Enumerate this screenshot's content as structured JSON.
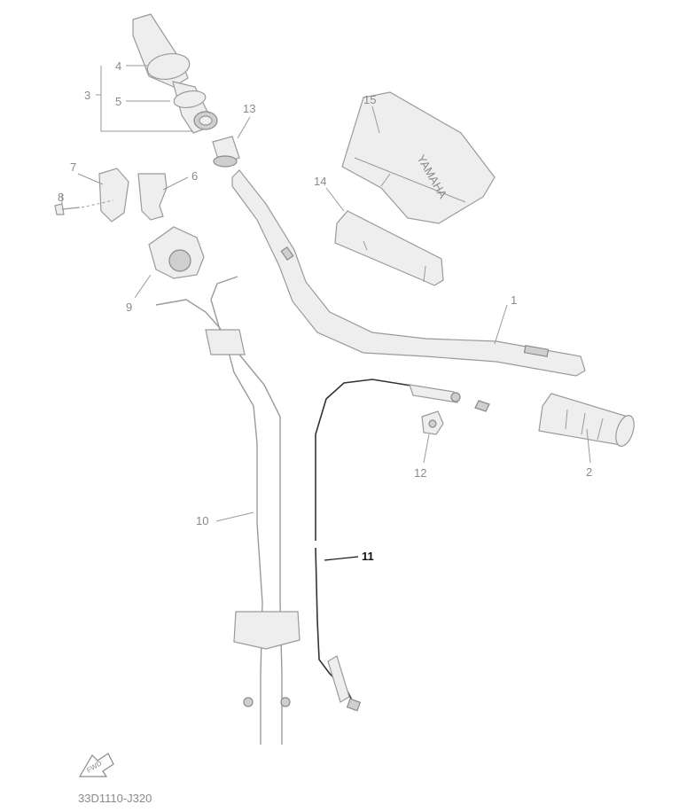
{
  "diagram": {
    "callouts": [
      "1",
      "2",
      "3",
      "4",
      "5",
      "6",
      "7",
      "8",
      "9",
      "10",
      "11",
      "12",
      "13",
      "14",
      "15"
    ],
    "highlighted_callout": "11",
    "fwd_label": "FWD",
    "drawing_code": "33D1110-J320"
  }
}
